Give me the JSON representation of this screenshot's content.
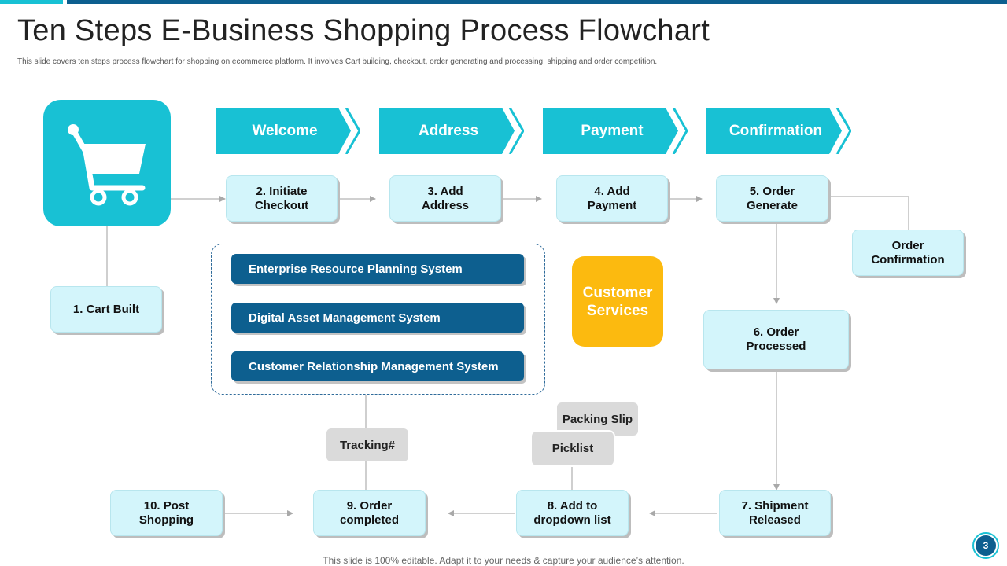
{
  "header": {
    "title": "Ten Steps E-Business Shopping Process Flowchart",
    "subtitle": "This slide covers ten steps process flowchart for shopping on ecommerce platform. It involves Cart building,  checkout, order generating and processing, shipping and order competition."
  },
  "stages": [
    {
      "label": "Welcome"
    },
    {
      "label": "Address"
    },
    {
      "label": "Payment"
    },
    {
      "label": "Confirmation"
    }
  ],
  "steps": {
    "cart_built": "1. Cart Built",
    "initiate_checkout": "2.  Initiate\nCheckout",
    "add_address": "3. Add\nAddress",
    "add_payment": "4. Add\nPayment",
    "order_generate": "5. Order\nGenerate",
    "order_confirmation": "Order\nConfirmation",
    "order_processed": "6. Order\nProcessed",
    "shipment_released": "7. Shipment\nReleased",
    "add_to_dropdown": "8. Add to\ndropdown list",
    "order_completed": "9. Order\ncompleted",
    "post_shopping": "10. Post\nShopping"
  },
  "systems": [
    {
      "label": "Enterprise Resource Planning System"
    },
    {
      "label": "Digital Asset Management System"
    },
    {
      "label": "Customer Relationship Management System"
    }
  ],
  "customer_services": "Customer\nServices",
  "documents": {
    "packing_slip": "Packing Slip",
    "picklist": "Picklist",
    "tracking": "Tracking#"
  },
  "icons": {
    "cart": "shopping-cart-icon"
  },
  "colors": {
    "accent_cyan": "#18c1d4",
    "dark_blue": "#0d5f8f",
    "step_fill": "#d3f5fb",
    "customer_services": "#fcba0f",
    "document_gray": "#dadada"
  },
  "footer": {
    "note": "This slide is 100% editable. Adapt it to your needs & capture your audience’s attention.",
    "page_number": "3"
  }
}
